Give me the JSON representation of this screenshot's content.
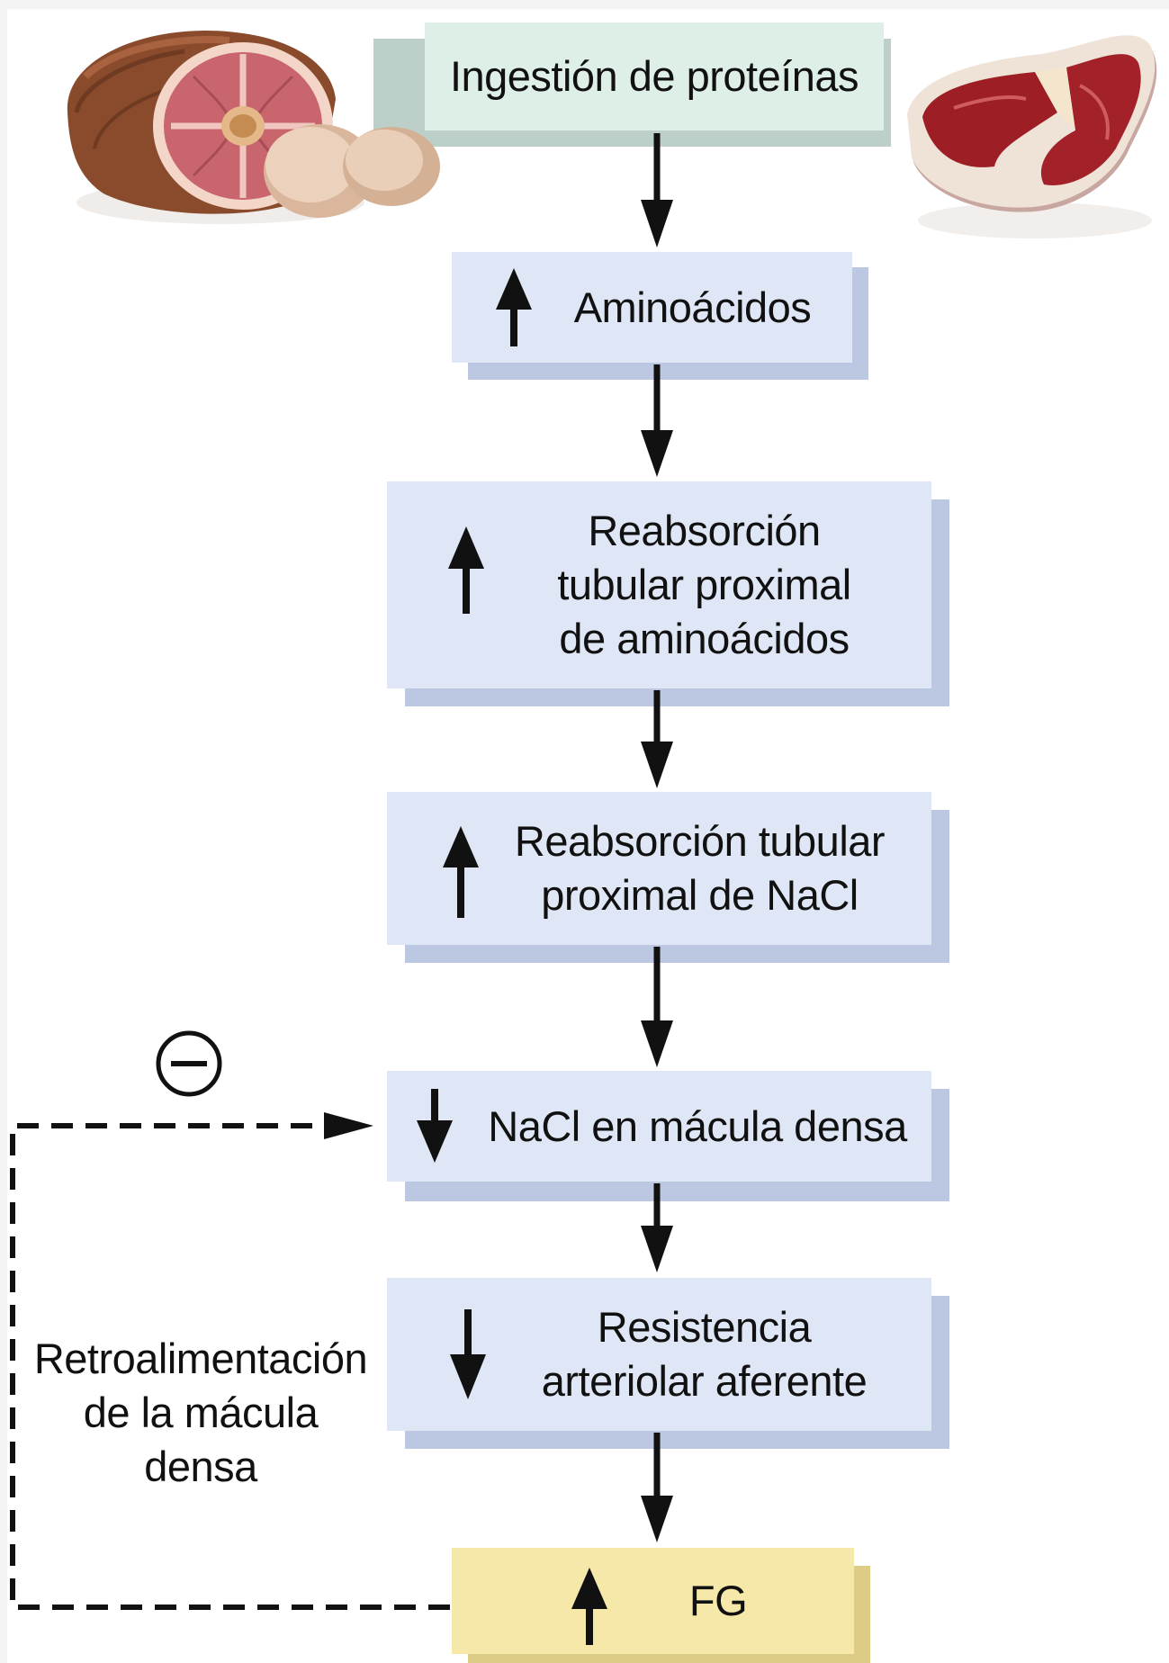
{
  "diagram": {
    "nodes": [
      {
        "id": "ingestion",
        "label": "Ingestión de proteínas",
        "indicator": "none"
      },
      {
        "id": "aminoacidos",
        "label": "Aminoácidos",
        "indicator": "up-arrow"
      },
      {
        "id": "reabsorcion-aminoacidos",
        "label": "Reabsorción\ntubular proximal\nde aminoácidos",
        "indicator": "up-arrow"
      },
      {
        "id": "reabsorcion-nacl",
        "label": "Reabsorción tubular\nproximal de NaCl",
        "indicator": "up-arrow"
      },
      {
        "id": "nacl-macula",
        "label": "NaCl en mácula densa",
        "indicator": "down-arrow"
      },
      {
        "id": "resistencia",
        "label": "Resistencia\narteriolar aferente",
        "indicator": "down-arrow"
      },
      {
        "id": "fg",
        "label": "FG",
        "indicator": "up-arrow"
      }
    ],
    "feedback": {
      "label": "Retroalimentación\nde la mácula\ndensa",
      "sign": "minus-circle"
    },
    "illustrations": [
      "ham-and-eggs-icon",
      "steak-icon"
    ],
    "colors": {
      "input_box": "#deefe8",
      "step_box": "#dfe6f5",
      "output_box": "#f6e8a8",
      "arrow": "#111111"
    }
  }
}
